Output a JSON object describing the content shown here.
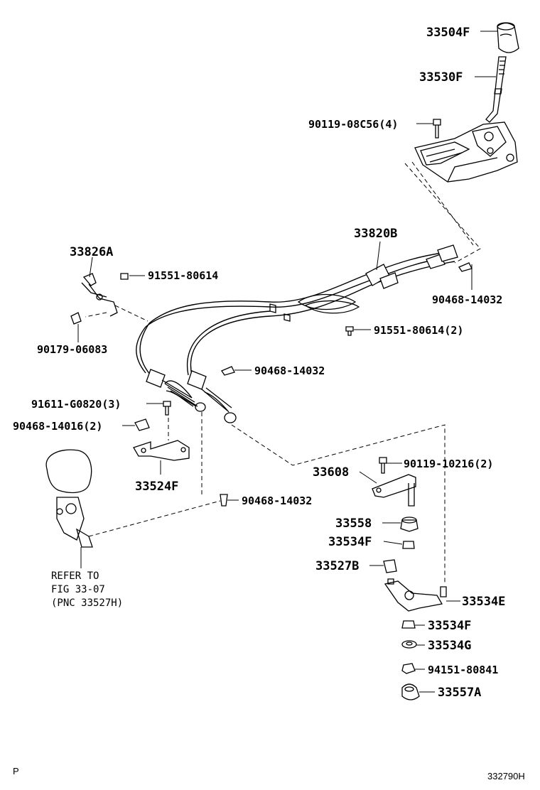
{
  "labels": {
    "shift_knob": "33504F",
    "shift_lever": "33530F",
    "lever_bolt": "90119-08C56(4)",
    "cable_assy": "33820B",
    "bracket_cable": "33826A",
    "bolt_upper": "91551-80614",
    "clip_cable": "90468-14032",
    "clip_lower": "90179-06083",
    "bolt_cable": "91551-80614(2)",
    "clip_mid": "90468-14032",
    "bolt_bracket": "91611-G0820(3)",
    "clip_bracket": "90468-14016(2)",
    "bracket_lower": "33524F",
    "clip_bottom": "90468-14032",
    "lever_select": "33608",
    "bolt_select": "90119-10216(2)",
    "bushing_top": "33558",
    "bushing_f": "33534F",
    "bushing_b": "33527B",
    "lever_shift": "33534E",
    "bushing_f2": "33534F",
    "bushing_g": "33534G",
    "nut": "94151-80841",
    "cap": "33557A"
  },
  "reference_note": {
    "line1": "REFER TO",
    "line2": "FIG 33-07",
    "line3": "(PNC 33527H)"
  },
  "footer": {
    "left": "P",
    "right": "332790H"
  }
}
